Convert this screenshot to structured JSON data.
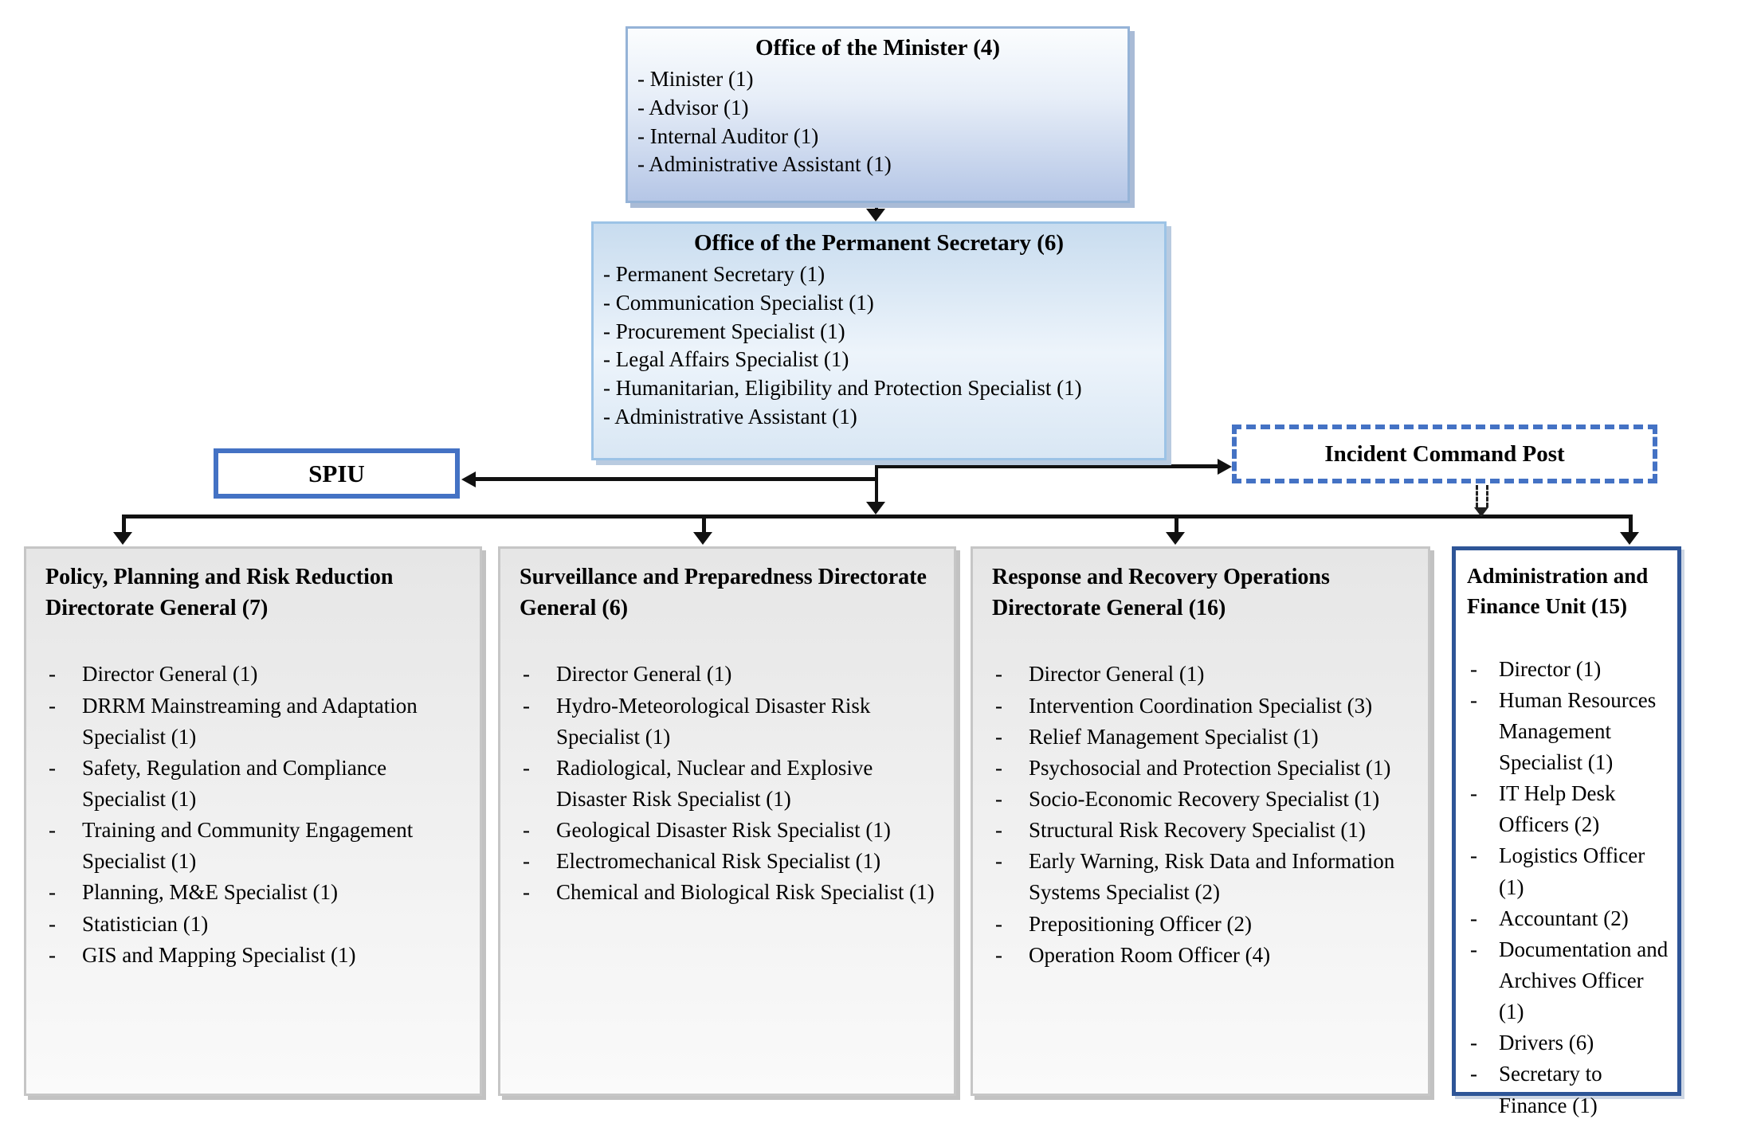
{
  "minister_box": {
    "title": "Office of the Minister (4)",
    "items": [
      "Minister (1)",
      "Advisor (1)",
      "Internal Auditor (1)",
      "Administrative Assistant (1)"
    ]
  },
  "permanent_secretary_box": {
    "title": "Office of the Permanent Secretary (6)",
    "items": [
      "Permanent Secretary (1)",
      "Communication Specialist (1)",
      "Procurement Specialist (1)",
      "Legal Affairs Specialist (1)",
      "Humanitarian, Eligibility and Protection Specialist (1)",
      "Administrative Assistant (1)"
    ]
  },
  "spiu_box": {
    "label": "SPIU"
  },
  "incident_command_post_box": {
    "label": "Incident Command Post"
  },
  "directorates": [
    {
      "title": "Policy, Planning and Risk Reduction Directorate General (7)",
      "items": [
        "Director General (1)",
        "DRRM Mainstreaming and Adaptation Specialist (1)",
        "Safety, Regulation and Compliance Specialist (1)",
        "Training and Community Engagement Specialist (1)",
        "Planning, M&E Specialist (1)",
        "Statistician (1)",
        "GIS and Mapping Specialist (1)"
      ]
    },
    {
      "title": "Surveillance and Preparedness Directorate General (6)",
      "items": [
        "Director General (1)",
        "Hydro-Meteorological Disaster Risk Specialist (1)",
        "Radiological, Nuclear and Explosive Disaster Risk Specialist (1)",
        "Geological Disaster Risk Specialist (1)",
        "Electromechanical Risk Specialist (1)",
        "Chemical and Biological Risk Specialist (1)"
      ]
    },
    {
      "title": "Response and Recovery Operations Directorate General (16)",
      "items": [
        "Director General (1)",
        "Intervention Coordination Specialist (3)",
        "Relief Management Specialist (1)",
        "Psychosocial and Protection Specialist (1)",
        "Socio-Economic Recovery Specialist (1)",
        "Structural Risk Recovery Specialist (1)",
        "Early Warning, Risk Data and Information Systems Specialist (2)",
        "Prepositioning Officer (2)",
        "Operation Room Officer (4)"
      ]
    },
    {
      "title": "Administration and Finance Unit (15)",
      "items": [
        "Director (1)",
        "Human Resources Management Specialist (1)",
        "IT Help Desk Officers (2)",
        "Logistics Officer (1)",
        "Accountant (2)",
        "Documentation and Archives Officer (1)",
        "Drivers (6)",
        "Secretary to Finance (1)"
      ]
    }
  ],
  "colors": {
    "accent_blue": "#4472C4",
    "navy_border": "#2E5597",
    "light_blue_border": "#95B3D7",
    "gray_border": "#C6C6C6",
    "line_black": "#111111"
  }
}
